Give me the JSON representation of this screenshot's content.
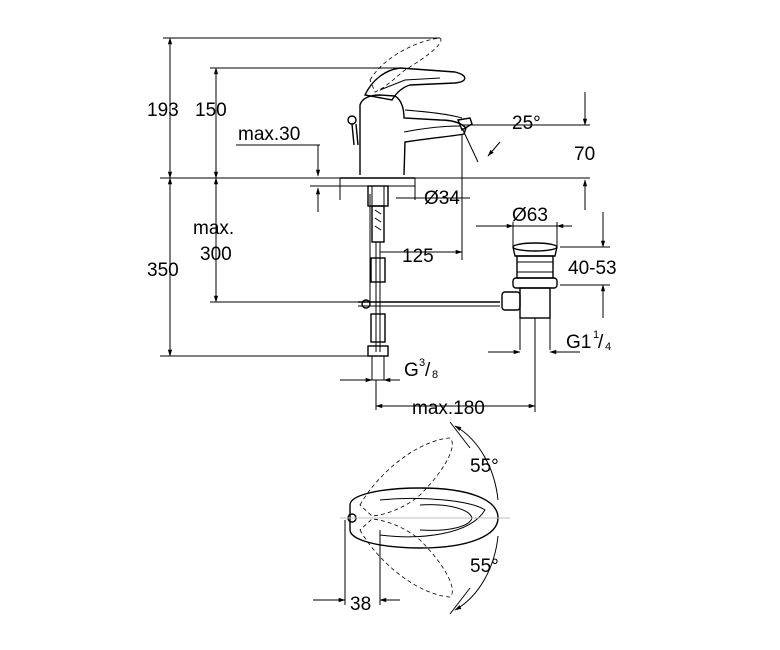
{
  "dimensions": {
    "d193": "193",
    "d150": "150",
    "max30": "max.30",
    "angle_spout": "25°",
    "d70": "70",
    "dia34": "Ø34",
    "dia63": "Ø63",
    "max300_line1": "max.",
    "max300_line2": "300",
    "d125": "125",
    "d350": "350",
    "d40_53": "40-53",
    "g114_main": "G1",
    "g114_num": "1",
    "g114_den": "4",
    "g38_main": "G",
    "g38_num": "3",
    "g38_den": "8",
    "max180": "max.180",
    "angle_top": "55°",
    "angle_bottom": "55°",
    "d38": "38"
  }
}
